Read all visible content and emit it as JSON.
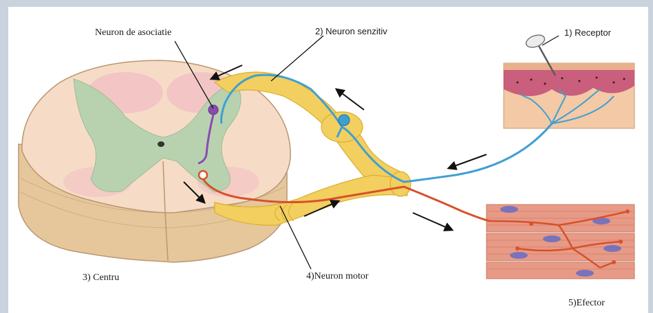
{
  "labels": {
    "association_neuron": "Neuron de asociatie",
    "sensory_neuron": "2) Neuron senzitiv",
    "receptor": "1) Receptor",
    "center": "3) Centru",
    "motor_neuron": "4)Neuron motor",
    "effector": "5)Efector"
  },
  "colors": {
    "frame_background": "#c9d3de",
    "spinal_cord": "#f6dcc6",
    "gray_matter": "#b8d2b0",
    "nerve": "#f2cf5e",
    "sensory_fiber": "#3f9fd3",
    "motor_fiber": "#d8502a",
    "association_neuron": "#8a4bb0",
    "skin": "#f3c9a6",
    "muscle": "#e79a86"
  }
}
